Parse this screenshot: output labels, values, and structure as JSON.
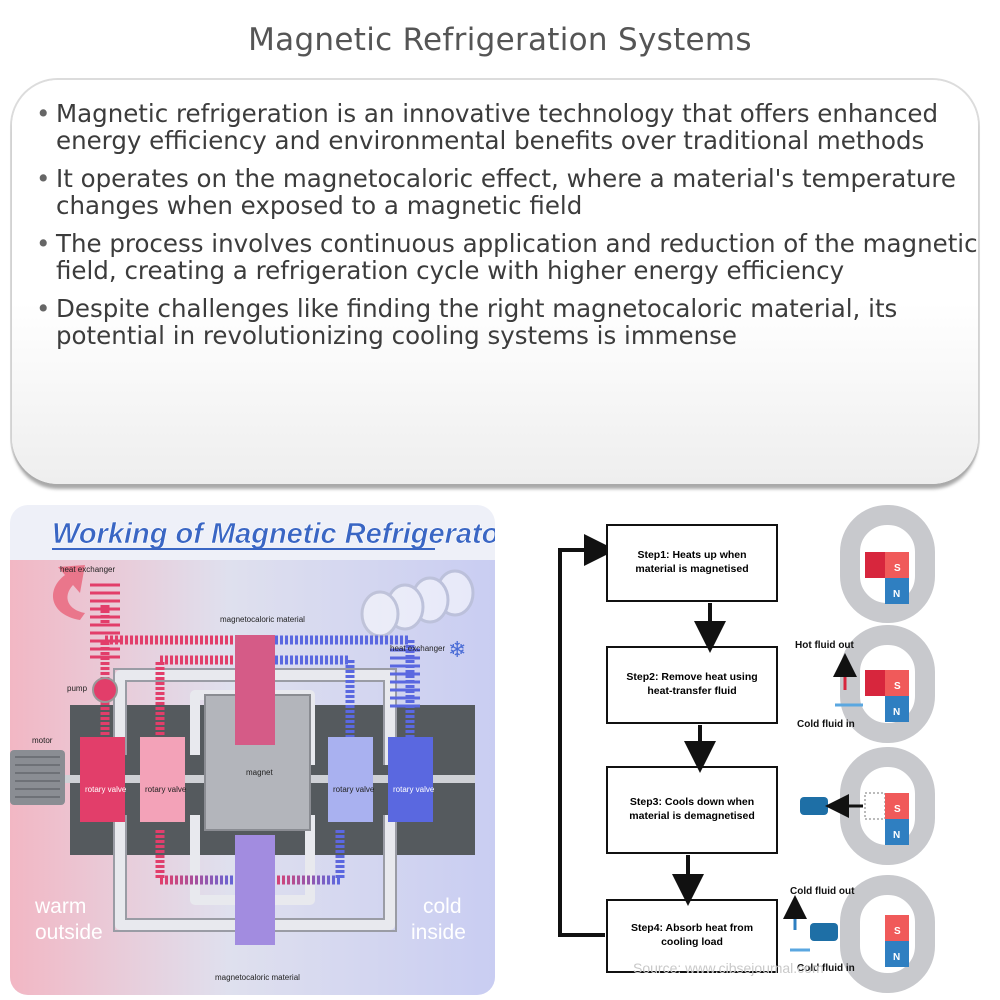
{
  "page": {
    "title": "Magnetic Refrigeration Systems",
    "bullets": [
      "Magnetic refrigeration is an innovative technology that offers enhanced energy efficiency and environmental benefits over traditional methods",
      "It operates on the magnetocaloric effect, where a material's temperature changes when exposed to a magnetic field",
      "The process involves continuous application and reduction of the magnetic field, creating a refrigeration cycle with higher energy efficiency",
      "Despite challenges like finding the right magnetocaloric material, its potential in revolutionizing cooling systems is immense"
    ]
  },
  "left_diagram": {
    "heading": "Working of Magnetic Refrigerator",
    "labels": {
      "heat_exchanger_left": "heat exchanger",
      "heat_exchanger_right": "heat exchanger",
      "mcm_top": "magnetocaloric material",
      "mcm_bottom": "magnetocaloric material",
      "pump": "pump",
      "motor": "motor",
      "rotary_valve_1": "rotary valve",
      "rotary_valve_2": "rotary valve",
      "rotary_valve_3": "rotary valve",
      "rotary_valve_4": "rotary valve",
      "magnet": "magnet",
      "warm_1": "warm",
      "warm_2": "outside",
      "cold_1": "cold",
      "cold_2": "inside"
    },
    "snowflake_icon": "snowflake-icon"
  },
  "right_diagram": {
    "steps": [
      {
        "line1": "Step1: Heats up when",
        "line2": "material is magnetised"
      },
      {
        "line1": "Step2: Remove heat using",
        "line2": "heat-transfer fluid"
      },
      {
        "line1": "Step3: Cools down when",
        "line2": "material is demagnetised"
      },
      {
        "line1": "Step4: Absorb heat from",
        "line2": "cooling load"
      }
    ],
    "labels": {
      "hot_fluid_out": "Hot fluid out",
      "cold_fluid_in_1": "Cold fluid in",
      "cold_fluid_out": "Cold fluid out",
      "cold_fluid_in_2": "Cold fluid in",
      "pole_s": "S",
      "pole_n": "N"
    },
    "source": "Source: www.cibsejournal.com"
  },
  "colors": {
    "hot": "#e23e6a",
    "cold": "#5a68e0",
    "magnet_red": "#d7263d",
    "magnet_blue": "#2f7fc1"
  }
}
